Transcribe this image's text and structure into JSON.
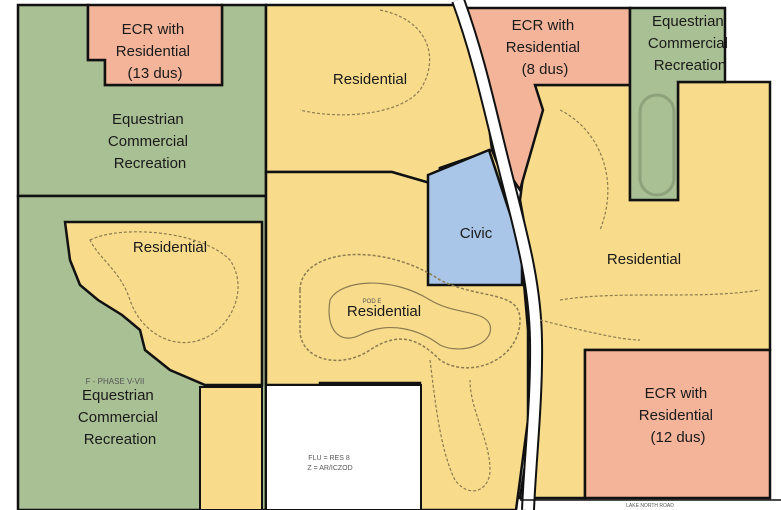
{
  "zones": {
    "ecr_nw": [
      "ECR with",
      "Residential",
      "(13 dus)"
    ],
    "equestrian_nw": [
      "Equestrian",
      "Commercial",
      "Recreation"
    ],
    "residential_north": "Residential",
    "ecr_ne": [
      "ECR with",
      "Residential",
      "(8 dus)"
    ],
    "equestrian_ne": [
      "Equestrian",
      "Commercial",
      "Recreation"
    ],
    "civic": "Civic",
    "residential_west": "Residential",
    "residential_east": "Residential",
    "residential_center": "Residential",
    "pod_label": "POD E",
    "equestrian_sw": [
      "Equestrian",
      "Commercial",
      "Recreation"
    ],
    "phase_label": "F - PHASE V-VII",
    "ecr_se": [
      "ECR with",
      "Residential",
      "(12 dus)"
    ],
    "road_label": "LAKE NORTH ROAD",
    "flu_label": [
      "FLU = RES 8",
      "Z = AR/ICZOD"
    ]
  },
  "colors": {
    "residential": "#f8dc8c",
    "ecr_residential": "#f4b49a",
    "equestrian": "#a9bf94",
    "civic": "#a9c6e8",
    "boundary": "#111111",
    "road": "#ffffff"
  }
}
